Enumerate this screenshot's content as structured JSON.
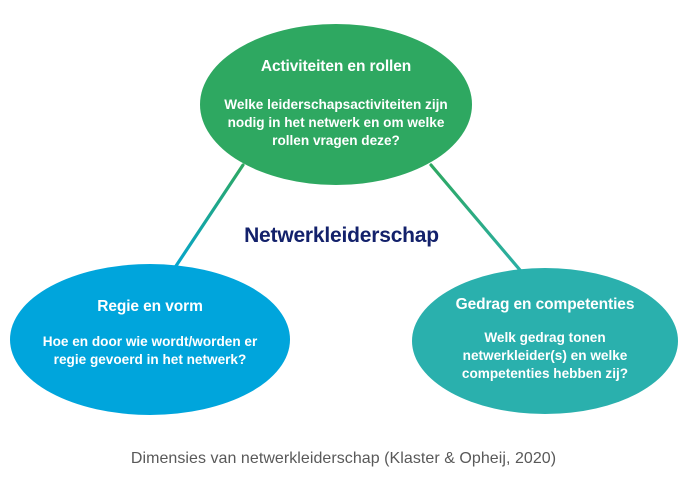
{
  "diagram": {
    "center_label": "Netwerkleiderschap",
    "caption": "Dimensies van netwerkleiderschap (Klaster & Opheij, 2020)",
    "nodes": {
      "activiteiten": {
        "title": "Activiteiten en rollen",
        "body": "Welke leiderschapsactiviteiten zijn nodig in het netwerk en om welke rollen vragen deze?",
        "color": "#2ea861"
      },
      "regie": {
        "title": "Regie en vorm",
        "body": "Hoe en door wie wordt/worden er regie gevoerd in het netwerk?",
        "color": "#00a5dc"
      },
      "gedrag": {
        "title": "Gedrag en competenties",
        "body": "Welk gedrag tonen netwerkleider(s) en welke competenties hebben zij?",
        "color": "#2ab0ad"
      }
    },
    "connectors": [
      {
        "from": "activiteiten",
        "to": "regie",
        "start_color": "#2ea861",
        "end_color": "#00a5dc"
      },
      {
        "from": "activiteiten",
        "to": "gedrag",
        "start_color": "#2ea861",
        "end_color": "#2ab0ad"
      },
      {
        "from": "regie",
        "to": "gedrag",
        "start_color": "#00a5dc",
        "end_color": "#2ab0ad"
      }
    ],
    "colors": {
      "green": "#2ea861",
      "blue": "#00a5dc",
      "teal": "#2ab0ad",
      "center_text": "#13216b",
      "caption_text": "#595959",
      "background": "#ffffff"
    }
  }
}
